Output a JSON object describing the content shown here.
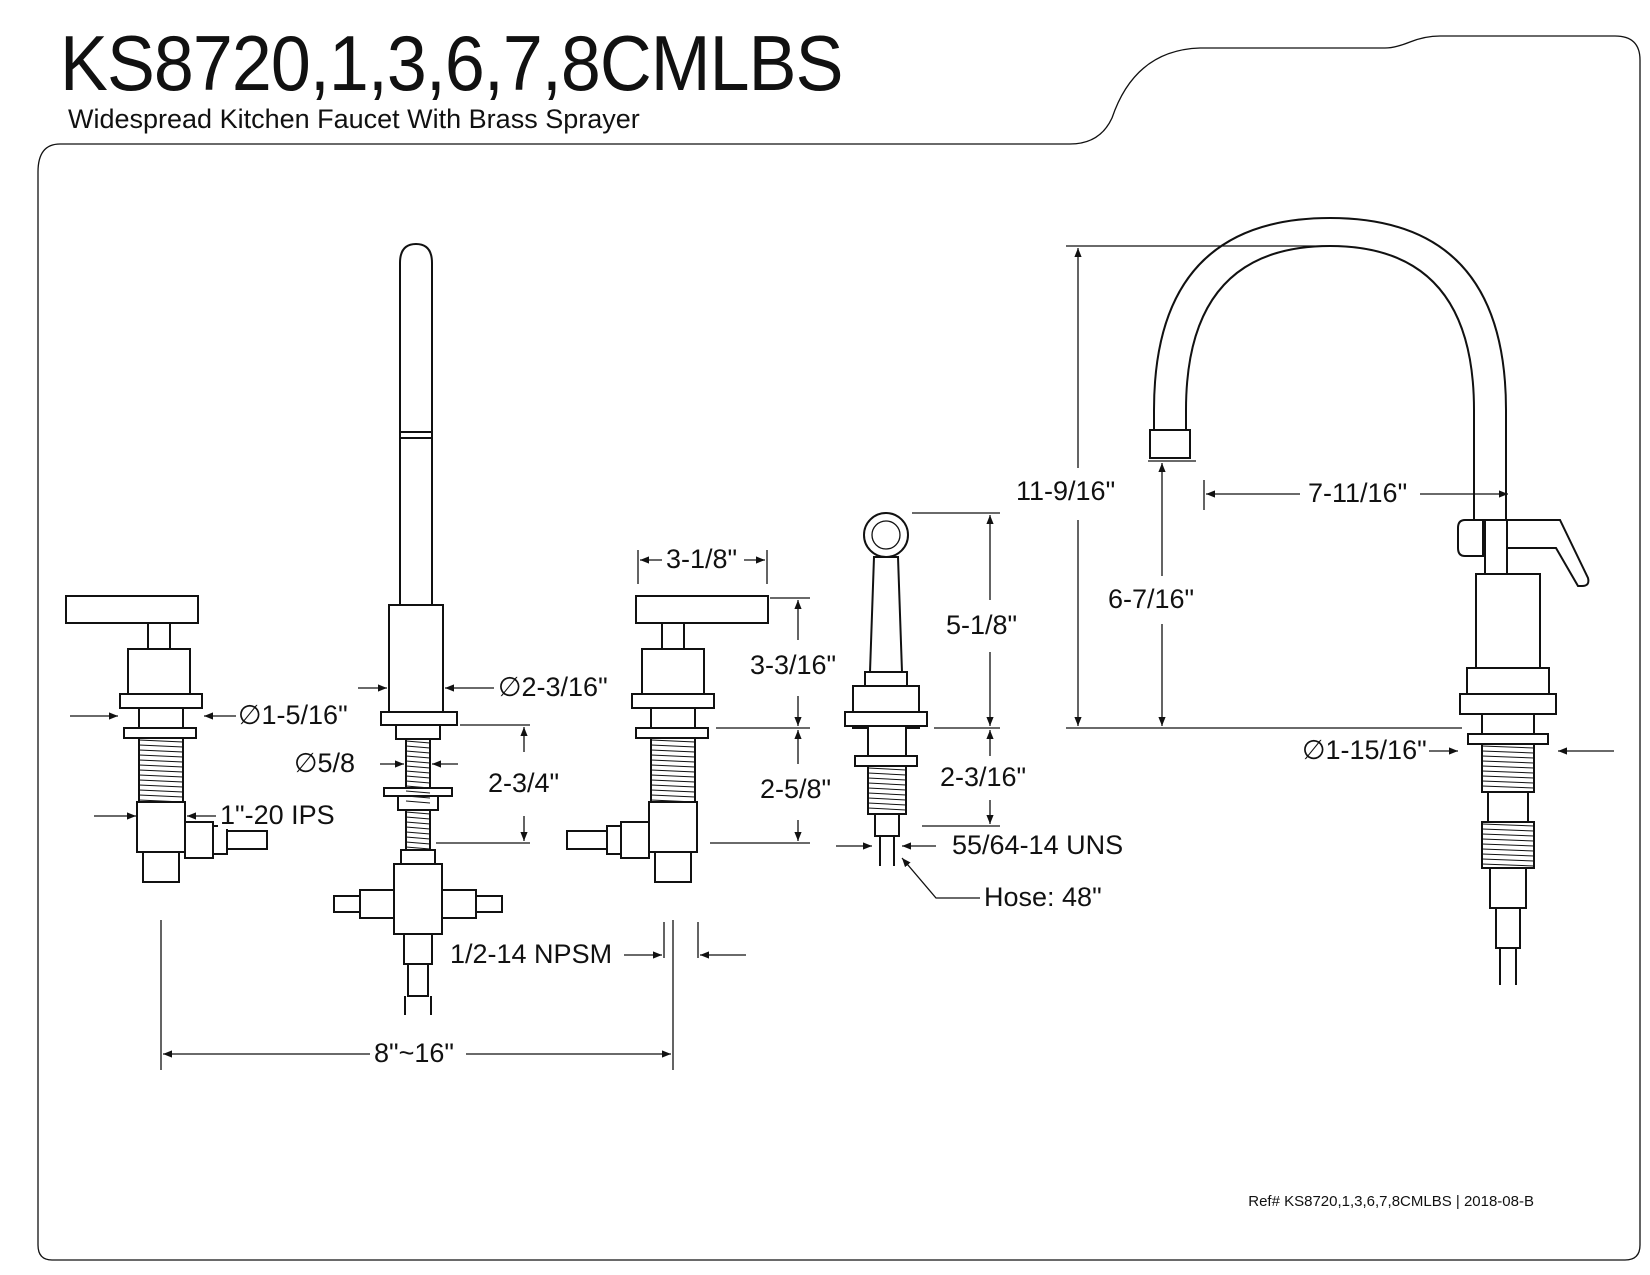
{
  "header": {
    "title": "KS8720,1,3,6,7,8CMLBS",
    "subtitle": "Widespread Kitchen Faucet With Brass Sprayer"
  },
  "footer": {
    "ref": "Ref# KS8720,1,3,6,7,8CMLBS | 2018-08-B"
  },
  "dimensions": {
    "handle_dia": "∅1-5/16\"",
    "handle_thread": "1\"-20 IPS",
    "spout_base_dia": "∅2-3/16\"",
    "spout_shank_dia": "∅5/8",
    "spout_shank_len": "2-3/4\"",
    "spout_inlet_thread": "1/2-14 NPSM",
    "center_spread": "8\"~16\"",
    "handle_width": "3-1/8\"",
    "handle_height": "3-3/16\"",
    "valve_shank_len": "2-5/8\"",
    "sprayer_height": "5-1/8\"",
    "sprayer_shank_len": "2-3/16\"",
    "sprayer_thread": "55/64-14 UNS",
    "hose_length": "Hose: 48\"",
    "overall_height": "11-9/16\"",
    "spout_clearance": "6-7/16\"",
    "spout_reach": "7-11/16\"",
    "spout_side_base_dia": "∅1-15/16\""
  },
  "style": {
    "line_color": "#111111",
    "background": "#ffffff"
  }
}
